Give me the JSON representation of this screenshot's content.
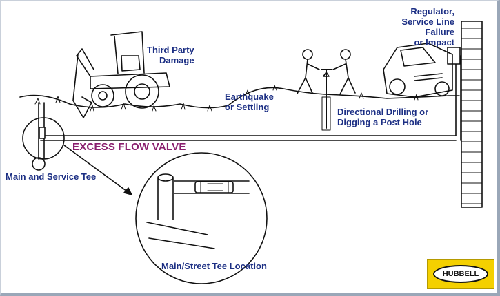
{
  "labels": {
    "third_party": [
      "Third Party",
      "Damage"
    ],
    "earthquake": [
      "Earthquake",
      "or Settling"
    ],
    "drilling": [
      "Directional Drilling or",
      "Digging a Post Hole"
    ],
    "regulator": [
      "Regulator,",
      "Service Line Failure",
      "or Impact"
    ],
    "excess_flow_valve": "EXCESS FLOW VALVE",
    "main_service_tee": "Main and Service Tee",
    "street_tee": "Main/Street Tee Location"
  },
  "logo": {
    "text": "HUBBELL"
  },
  "colors": {
    "label_blue": "#1c2f84",
    "valve_purple": "#8a1f6e",
    "logo_yellow": "#f4d000",
    "frame": "#9aa7b8"
  }
}
